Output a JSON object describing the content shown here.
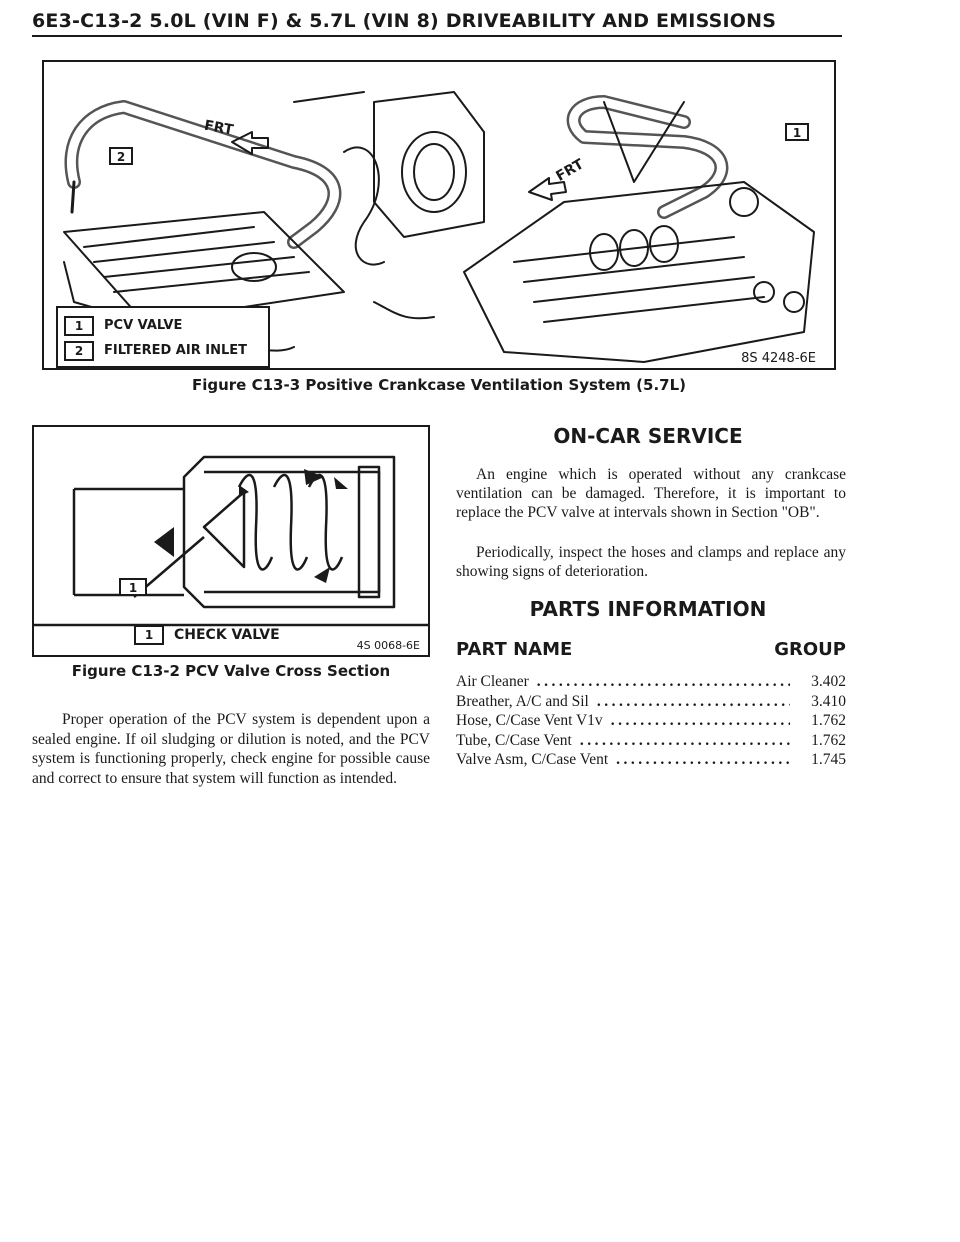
{
  "header": {
    "title": "6E3-C13-2 5.0L (VIN F) & 5.7L (VIN 8) DRIVEABILITY AND EMISSIONS"
  },
  "figure1": {
    "callout_1": "1",
    "callout_2": "2",
    "frt_label_left": "FRT",
    "frt_label_right": "FRT",
    "legend": [
      {
        "num": "1",
        "label": "PCV VALVE"
      },
      {
        "num": "2",
        "label": "FILTERED AIR INLET"
      }
    ],
    "code": "8S 4248-6E",
    "caption": "Figure C13-3 Positive Crankcase Ventilation System (5.7L)"
  },
  "figure2": {
    "callout_1": "1",
    "legend_num": "1",
    "legend_label": "CHECK VALVE",
    "code": "4S 0068-6E",
    "caption": "Figure C13-2 PCV Valve Cross Section"
  },
  "body_paragraph": "Proper operation of the PCV system is dependent upon a sealed engine. If oil sludging or dilution is noted, and the PCV system is functioning properly, check engine for possible cause and correct to ensure that system will function as intended.",
  "on_car_service": {
    "heading": "ON-CAR SERVICE",
    "paragraph1": "An engine which is operated without any crankcase ventilation can be damaged. Therefore, it is important to replace the PCV valve at intervals shown in Section \"OB\".",
    "paragraph2": "Periodically, inspect the hoses and clamps and replace any showing signs of deterioration."
  },
  "parts_information": {
    "heading": "PARTS INFORMATION",
    "col_part_name": "PART NAME",
    "col_group": "GROUP",
    "rows": [
      {
        "name": "Air Cleaner",
        "group": "3.402"
      },
      {
        "name": "Breather, A/C and Sil",
        "group": "3.410"
      },
      {
        "name": "Hose, C/Case Vent V1v",
        "group": "1.762"
      },
      {
        "name": "Tube, C/Case Vent",
        "group": "1.762"
      },
      {
        "name": "Valve Asm, C/Case Vent",
        "group": "1.745"
      }
    ]
  }
}
